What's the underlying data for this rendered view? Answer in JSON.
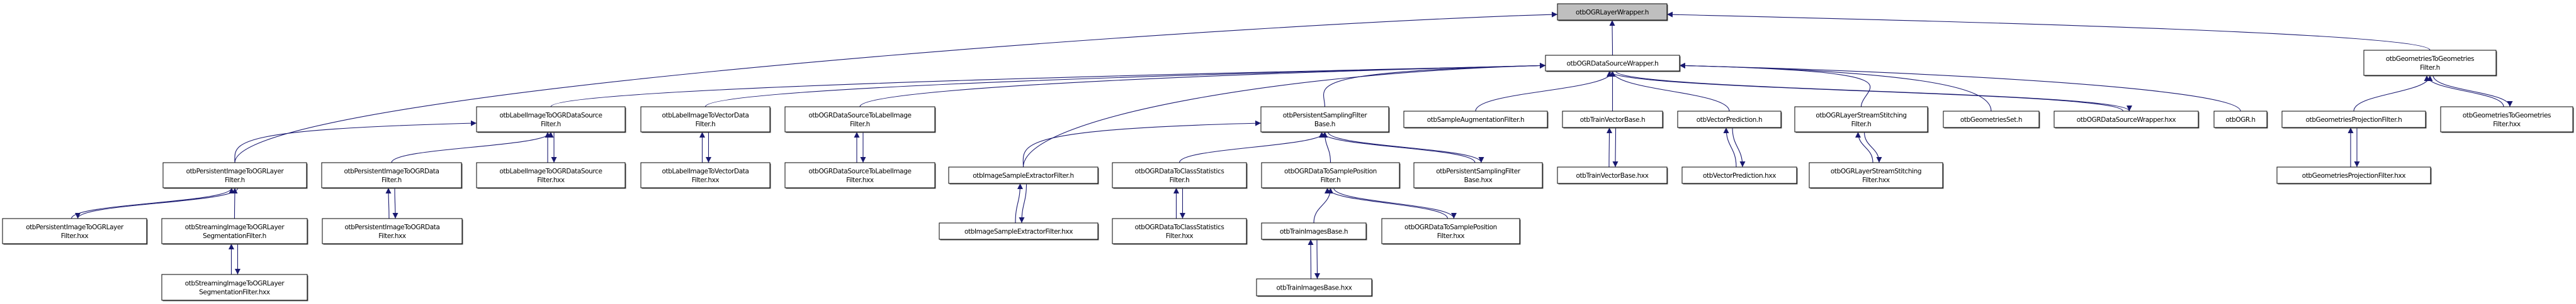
{
  "graph": {
    "edge_color": "#191970",
    "root_fill": "#bfbfbf",
    "node_fill": "#ffffff",
    "nodes": [
      {
        "id": "layerwrapper_h",
        "lines": [
          "otbOGRLayerWrapper.h"
        ],
        "root": true
      },
      {
        "id": "dsw_h",
        "lines": [
          "otbOGRDataSourceWrapper.h"
        ]
      },
      {
        "id": "geo2geo_h",
        "lines": [
          "otbGeometriesToGeometries",
          "Filter.h"
        ]
      },
      {
        "id": "lbl2ogrds_h",
        "lines": [
          "otbLabelImageToOGRDataSource",
          "Filter.h"
        ]
      },
      {
        "id": "lbl2vd_h",
        "lines": [
          "otbLabelImageToVectorData",
          "Filter.h"
        ]
      },
      {
        "id": "ogrds2lbl_h",
        "lines": [
          "otbOGRDataSourceToLabelImage",
          "Filter.h"
        ]
      },
      {
        "id": "psfb_h",
        "lines": [
          "otbPersistentSamplingFilter",
          "Base.h"
        ]
      },
      {
        "id": "sampleaug_h",
        "lines": [
          "otbSampleAugmentationFilter.h"
        ]
      },
      {
        "id": "trainvec_h",
        "lines": [
          "otbTrainVectorBase.h"
        ]
      },
      {
        "id": "vecpred_h",
        "lines": [
          "otbVectorPrediction.h"
        ]
      },
      {
        "id": "stitch_h",
        "lines": [
          "otbOGRLayerStreamStitching",
          "Filter.h"
        ]
      },
      {
        "id": "geoset_h",
        "lines": [
          "otbGeometriesSet.h"
        ]
      },
      {
        "id": "dsw_hxx",
        "lines": [
          "otbOGRDataSourceWrapper.hxx"
        ]
      },
      {
        "id": "ogr_h",
        "lines": [
          "otbOGR.h"
        ]
      },
      {
        "id": "geoproj_h",
        "lines": [
          "otbGeometriesProjectionFilter.h"
        ]
      },
      {
        "id": "geo2geo_hxx",
        "lines": [
          "otbGeometriesToGeometries",
          "Filter.hxx"
        ]
      },
      {
        "id": "pi2ogrlayer_h",
        "lines": [
          "otbPersistentImageToOGRLayer",
          "Filter.h"
        ]
      },
      {
        "id": "pi2ogrdata_h",
        "lines": [
          "otbPersistentImageToOGRData",
          "Filter.h"
        ]
      },
      {
        "id": "lbl2ogrds_hxx",
        "lines": [
          "otbLabelImageToOGRDataSource",
          "Filter.hxx"
        ]
      },
      {
        "id": "lbl2vd_hxx",
        "lines": [
          "otbLabelImageToVectorData",
          "Filter.hxx"
        ]
      },
      {
        "id": "ogrds2lbl_hxx",
        "lines": [
          "otbOGRDataSourceToLabelImage",
          "Filter.hxx"
        ]
      },
      {
        "id": "ise_h",
        "lines": [
          "otbImageSampleExtractorFilter.h"
        ]
      },
      {
        "id": "classstat_h",
        "lines": [
          "otbOGRDataToClassStatistics",
          "Filter.h"
        ]
      },
      {
        "id": "samplepos_h",
        "lines": [
          "otbOGRDataToSamplePosition",
          "Filter.h"
        ]
      },
      {
        "id": "psfb_hxx",
        "lines": [
          "otbPersistentSamplingFilter",
          "Base.hxx"
        ]
      },
      {
        "id": "trainvec_hxx",
        "lines": [
          "otbTrainVectorBase.hxx"
        ]
      },
      {
        "id": "vecpred_hxx",
        "lines": [
          "otbVectorPrediction.hxx"
        ]
      },
      {
        "id": "stitch_hxx",
        "lines": [
          "otbOGRLayerStreamStitching",
          "Filter.hxx"
        ]
      },
      {
        "id": "geoproj_hxx",
        "lines": [
          "otbGeometriesProjectionFilter.hxx"
        ]
      },
      {
        "id": "pi2ogrlayer_hxx",
        "lines": [
          "otbPersistentImageToOGRLayer",
          "Filter.hxx"
        ]
      },
      {
        "id": "streamseg_h",
        "lines": [
          "otbStreamingImageToOGRLayer",
          "SegmentationFilter.h"
        ]
      },
      {
        "id": "pi2ogrdata_hxx",
        "lines": [
          "otbPersistentImageToOGRData",
          "Filter.hxx"
        ]
      },
      {
        "id": "ise_hxx",
        "lines": [
          "otbImageSampleExtractorFilter.hxx"
        ]
      },
      {
        "id": "classstat_hxx",
        "lines": [
          "otbOGRDataToClassStatistics",
          "Filter.hxx"
        ]
      },
      {
        "id": "trainimg_h",
        "lines": [
          "otbTrainImagesBase.h"
        ]
      },
      {
        "id": "samplepos_hxx",
        "lines": [
          "otbOGRDataToSamplePosition",
          "Filter.hxx"
        ]
      },
      {
        "id": "streamseg_hxx",
        "lines": [
          "otbStreamingImageToOGRLayer",
          "SegmentationFilter.hxx"
        ]
      },
      {
        "id": "trainimg_hxx",
        "lines": [
          "otbTrainImagesBase.hxx"
        ]
      }
    ],
    "edges": [
      [
        "dsw_h",
        "layerwrapper_h"
      ],
      [
        "pi2ogrlayer_h",
        "layerwrapper_h"
      ],
      [
        "geo2geo_h",
        "layerwrapper_h"
      ],
      [
        "lbl2ogrds_h",
        "dsw_h"
      ],
      [
        "lbl2vd_h",
        "dsw_h"
      ],
      [
        "ogrds2lbl_h",
        "dsw_h"
      ],
      [
        "ise_h",
        "dsw_h"
      ],
      [
        "psfb_h",
        "dsw_h"
      ],
      [
        "sampleaug_h",
        "dsw_h"
      ],
      [
        "trainvec_h",
        "dsw_h"
      ],
      [
        "vecpred_h",
        "dsw_h"
      ],
      [
        "stitch_h",
        "dsw_h"
      ],
      [
        "geoset_h",
        "dsw_h"
      ],
      [
        "dsw_hxx",
        "dsw_h"
      ],
      [
        "dsw_h",
        "dsw_hxx"
      ],
      [
        "ogr_h",
        "dsw_h"
      ],
      [
        "geoproj_h",
        "geo2geo_h"
      ],
      [
        "geo2geo_hxx",
        "geo2geo_h"
      ],
      [
        "geo2geo_h",
        "geo2geo_hxx"
      ],
      [
        "pi2ogrlayer_h",
        "lbl2ogrds_h"
      ],
      [
        "pi2ogrdata_h",
        "lbl2ogrds_h"
      ],
      [
        "lbl2ogrds_hxx",
        "lbl2ogrds_h"
      ],
      [
        "lbl2ogrds_h",
        "lbl2ogrds_hxx"
      ],
      [
        "lbl2vd_hxx",
        "lbl2vd_h"
      ],
      [
        "lbl2vd_h",
        "lbl2vd_hxx"
      ],
      [
        "ogrds2lbl_hxx",
        "ogrds2lbl_h"
      ],
      [
        "ogrds2lbl_h",
        "ogrds2lbl_hxx"
      ],
      [
        "ise_h",
        "psfb_h"
      ],
      [
        "classstat_h",
        "psfb_h"
      ],
      [
        "samplepos_h",
        "psfb_h"
      ],
      [
        "psfb_hxx",
        "psfb_h"
      ],
      [
        "psfb_h",
        "psfb_hxx"
      ],
      [
        "trainvec_hxx",
        "trainvec_h"
      ],
      [
        "trainvec_h",
        "trainvec_hxx"
      ],
      [
        "vecpred_hxx",
        "vecpred_h"
      ],
      [
        "vecpred_h",
        "vecpred_hxx"
      ],
      [
        "stitch_hxx",
        "stitch_h"
      ],
      [
        "stitch_h",
        "stitch_hxx"
      ],
      [
        "geoproj_hxx",
        "geoproj_h"
      ],
      [
        "geoproj_h",
        "geoproj_hxx"
      ],
      [
        "pi2ogrlayer_hxx",
        "pi2ogrlayer_h"
      ],
      [
        "pi2ogrlayer_h",
        "pi2ogrlayer_hxx"
      ],
      [
        "streamseg_h",
        "pi2ogrlayer_h"
      ],
      [
        "pi2ogrdata_hxx",
        "pi2ogrdata_h"
      ],
      [
        "pi2ogrdata_h",
        "pi2ogrdata_hxx"
      ],
      [
        "ise_hxx",
        "ise_h"
      ],
      [
        "ise_h",
        "ise_hxx"
      ],
      [
        "classstat_hxx",
        "classstat_h"
      ],
      [
        "classstat_h",
        "classstat_hxx"
      ],
      [
        "trainimg_h",
        "samplepos_h"
      ],
      [
        "samplepos_hxx",
        "samplepos_h"
      ],
      [
        "samplepos_h",
        "samplepos_hxx"
      ],
      [
        "streamseg_hxx",
        "streamseg_h"
      ],
      [
        "streamseg_h",
        "streamseg_hxx"
      ],
      [
        "trainimg_hxx",
        "trainimg_h"
      ],
      [
        "trainimg_h",
        "trainimg_hxx"
      ]
    ]
  }
}
